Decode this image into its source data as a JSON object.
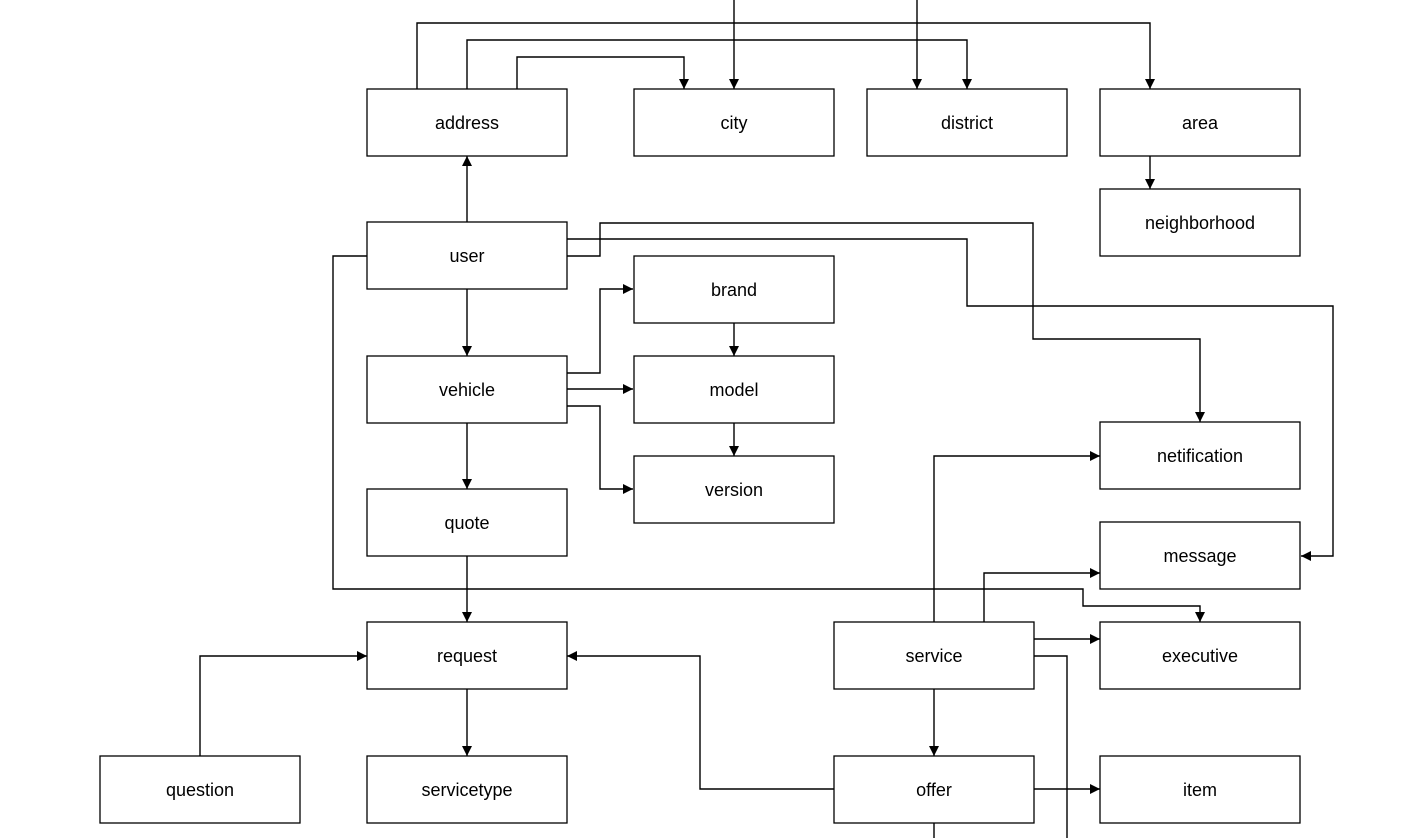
{
  "diagram": {
    "type": "entity-relationship",
    "nodes": [
      {
        "id": "address",
        "label": "address"
      },
      {
        "id": "city",
        "label": "city"
      },
      {
        "id": "district",
        "label": "district"
      },
      {
        "id": "area",
        "label": "area"
      },
      {
        "id": "neighborhood",
        "label": "neighborhood"
      },
      {
        "id": "user",
        "label": "user"
      },
      {
        "id": "brand",
        "label": "brand"
      },
      {
        "id": "vehicle",
        "label": "vehicle"
      },
      {
        "id": "model",
        "label": "model"
      },
      {
        "id": "version",
        "label": "version"
      },
      {
        "id": "quote",
        "label": "quote"
      },
      {
        "id": "netification",
        "label": "netification"
      },
      {
        "id": "message",
        "label": "message"
      },
      {
        "id": "request",
        "label": "request"
      },
      {
        "id": "service",
        "label": "service"
      },
      {
        "id": "executive",
        "label": "executive"
      },
      {
        "id": "question",
        "label": "question"
      },
      {
        "id": "servicetype",
        "label": "servicetype"
      },
      {
        "id": "offer",
        "label": "offer"
      },
      {
        "id": "item",
        "label": "item"
      }
    ],
    "edges": [
      {
        "from": "address",
        "to": "area"
      },
      {
        "from": "address",
        "to": "district"
      },
      {
        "from": "address",
        "to": "city"
      },
      {
        "from": "area",
        "to": "neighborhood"
      },
      {
        "from": "user",
        "to": "address"
      },
      {
        "from": "user",
        "to": "vehicle"
      },
      {
        "from": "user",
        "to": "netification"
      },
      {
        "from": "user",
        "to": "message"
      },
      {
        "from": "user",
        "to": "executive"
      },
      {
        "from": "vehicle",
        "to": "brand"
      },
      {
        "from": "vehicle",
        "to": "model"
      },
      {
        "from": "vehicle",
        "to": "version"
      },
      {
        "from": "vehicle",
        "to": "quote"
      },
      {
        "from": "brand",
        "to": "model"
      },
      {
        "from": "model",
        "to": "version"
      },
      {
        "from": "quote",
        "to": "request"
      },
      {
        "from": "request",
        "to": "servicetype"
      },
      {
        "from": "question",
        "to": "request"
      },
      {
        "from": "offer",
        "to": "request"
      },
      {
        "from": "service",
        "to": "offer"
      },
      {
        "from": "service",
        "to": "netification"
      },
      {
        "from": "service",
        "to": "message"
      },
      {
        "from": "service",
        "to": "executive"
      },
      {
        "from": "offer",
        "to": "item"
      }
    ]
  }
}
